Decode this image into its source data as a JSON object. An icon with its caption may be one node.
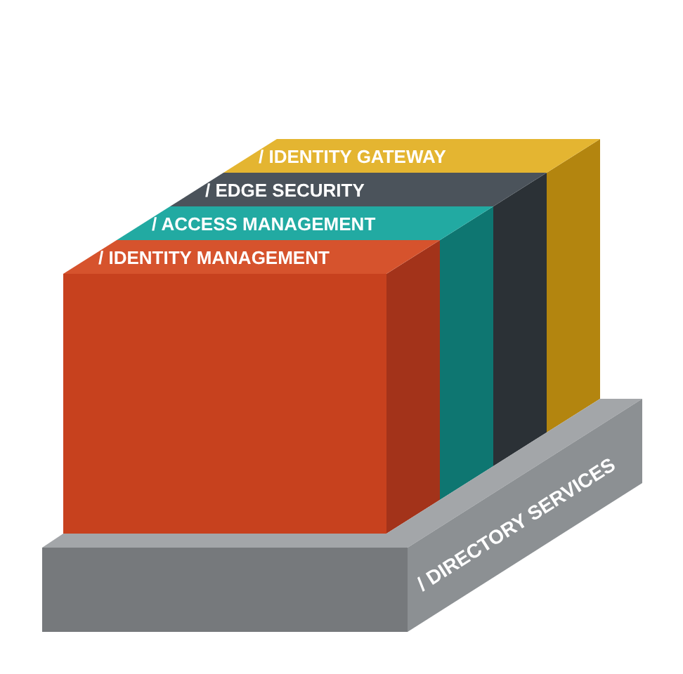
{
  "diagram": {
    "nodes": [
      {
        "text": [
          "/ IDENTITY GATEWAY"
        ]
      },
      {
        "text": [
          "/ EDGE SECURITY"
        ]
      },
      {
        "text": [
          "/ ACCESS MANAGEMENT"
        ]
      },
      {
        "text": [
          "/ IDENTITY MANAGEMENT"
        ]
      },
      {
        "text": [
          "/ DIRECTORY SERVICES"
        ]
      }
    ]
  }
}
